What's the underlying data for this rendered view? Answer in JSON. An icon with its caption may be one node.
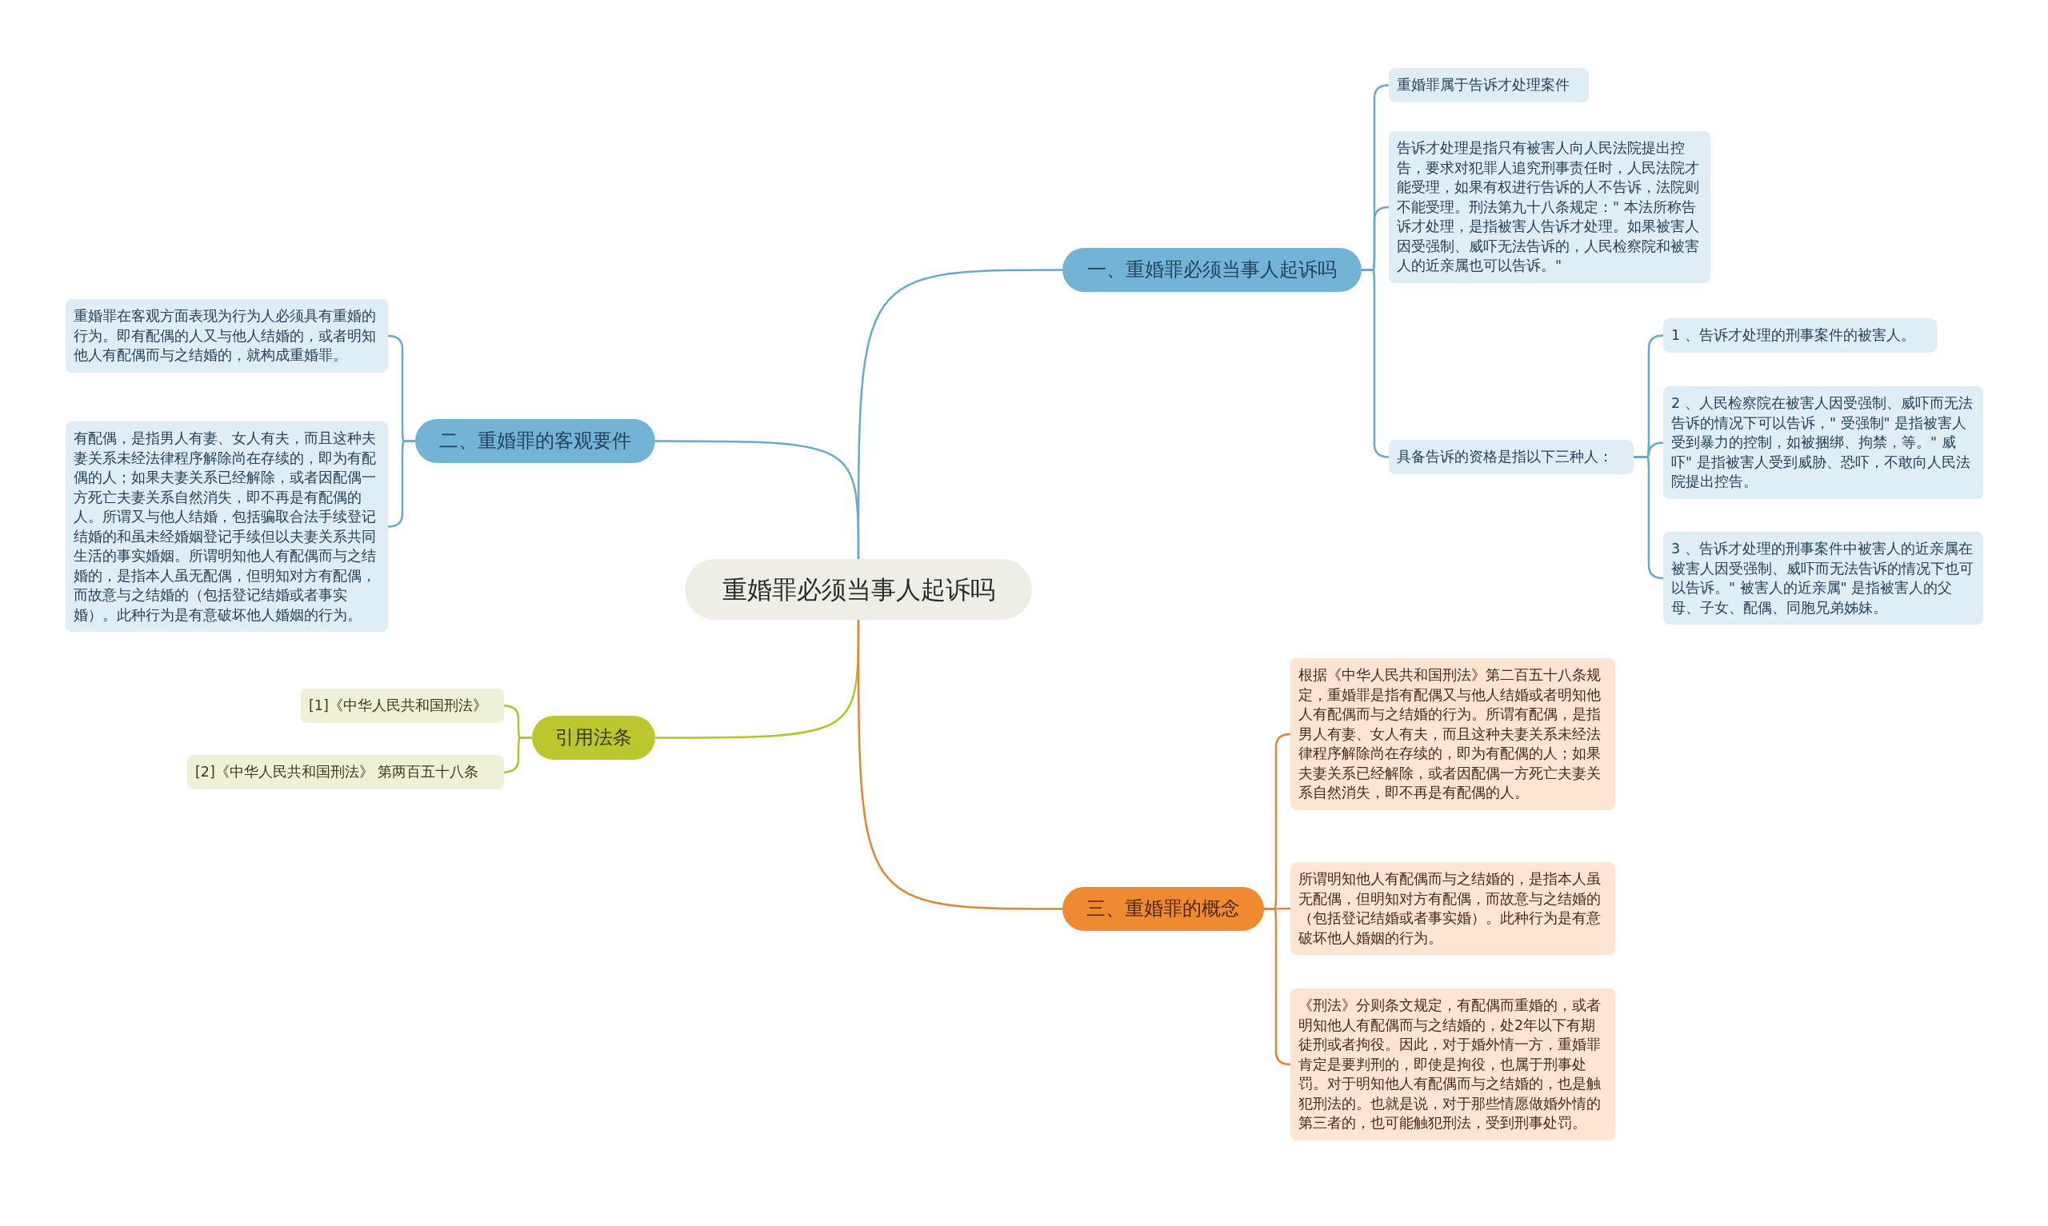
{
  "diagram": {
    "nodes": [
      {
        "text": [
          "重婚罪必须当事人起诉吗"
        ]
      },
      {
        "text": [
          "一、重婚罪必须当事人起诉吗"
        ]
      },
      {
        "text": [
          "重婚罪属于告诉才处理案件"
        ]
      },
      {
        "text": [
          "告诉才处理是指只有被害人向人民法院提出控告，要求对犯罪人追究刑事责任时，人民法院才能受理，如果有权进行告诉的人不告诉，法院则不能受理。刑法第九十八条规定：\" 本法所称告诉才处理，是指被害人告诉才处理。如果被害人因受强制、威吓无法告诉的，人民检察院和被害人的近亲属也可以告诉。\""
        ]
      },
      {
        "text": [
          "具备告诉的资格是指以下三种人："
        ]
      },
      {
        "text": [
          "1 、告诉才处理的刑事案件的被害人。"
        ]
      },
      {
        "text": [
          "2 、人民检察院在被害人因受强制、威吓而无法告诉的情况下可以告诉，\" 受强制\" 是指被害人受到暴力的控制，如被捆绑、拘禁，等。\" 威吓\" 是指被害人受到威胁、恐吓，不敢向人民法院提出控告。"
        ]
      },
      {
        "text": [
          "3 、告诉才处理的刑事案件中被害人的近亲属在被害人因受强制、威吓而无法告诉的情况下也可以告诉。\" 被害人的近亲属\" 是指被害人的父母、子女、配偶、同胞兄弟姊妹。"
        ]
      },
      {
        "text": [
          "二、重婚罪的客观要件"
        ]
      },
      {
        "text": [
          "重婚罪在客观方面表现为行为人必须具有重婚的行为。即有配偶的人又与他人结婚的，或者明知他人有配偶而与之结婚的，就构成重婚罪。"
        ]
      },
      {
        "text": [
          "有配偶，是指男人有妻、女人有夫，而且这种夫妻关系未经法律程序解除尚在存续的，即为有配偶的人；如果夫妻关系已经解除，或者因配偶一方死亡夫妻关系自然消失，即不再是有配偶的人。所谓又与他人结婚，包括骗取合法手续登记结婚的和虽未经婚姻登记手续但以夫妻关系共同生活的事实婚姻。所谓明知他人有配偶而与之结婚的，是指本人虽无配偶，但明知对方有配偶，而故意与之结婚的（包括登记结婚或者事实婚）。此种行为是有意破坏他人婚姻的行为。"
        ]
      },
      {
        "text": [
          "引用法条"
        ]
      },
      {
        "text": [
          "[1]《中华人民共和国刑法》"
        ]
      },
      {
        "text": [
          "[2]《中华人民共和国刑法》 第两百五十八条"
        ]
      },
      {
        "text": [
          "三、重婚罪的概念"
        ]
      },
      {
        "text": [
          "根据《中华人民共和国刑法》第二百五十八条规定，重婚罪是指有配偶又与他人结婚或者明知他人有配偶而与之结婚的行为。所谓有配偶，是指男人有妻、女人有夫，而且这种夫妻关系未经法律程序解除尚在存续的，即为有配偶的人；如果夫妻关系已经解除，或者因配偶一方死亡夫妻关系自然消失，即不再是有配偶的人。"
        ]
      },
      {
        "text": [
          "所谓明知他人有配偶而与之结婚的，是指本人虽无配偶，但明知对方有配偶，而故意与之结婚的（包括登记结婚或者事实婚）。此种行为是有意破坏他人婚姻的行为。"
        ]
      },
      {
        "text": [
          "《刑法》分则条文规定，有配偶而重婚的，或者明知他人有配偶而与之结婚的，处2年以下有期徒刑或者拘役。因此，对于婚外情一方，重婚罪肯定是要判刑的，即使是拘役，也属于刑事处罚。对于明知他人有配偶而与之结婚的，也是触犯刑法的。也就是说，对于那些情愿做婚外情的第三者的，也可能触犯刑法，受到刑事处罚。"
        ]
      }
    ],
    "edges": [
      {
        "from": 0,
        "to": 1,
        "arrow": "none"
      },
      {
        "from": 1,
        "to": 2,
        "arrow": "none"
      },
      {
        "from": 1,
        "to": 3,
        "arrow": "none"
      },
      {
        "from": 1,
        "to": 4,
        "arrow": "none"
      },
      {
        "from": 4,
        "to": 5,
        "arrow": "none"
      },
      {
        "from": 4,
        "to": 6,
        "arrow": "none"
      },
      {
        "from": 4,
        "to": 7,
        "arrow": "none"
      },
      {
        "from": 0,
        "to": 8,
        "arrow": "none"
      },
      {
        "from": 8,
        "to": 9,
        "arrow": "none"
      },
      {
        "from": 8,
        "to": 10,
        "arrow": "none"
      },
      {
        "from": 0,
        "to": 11,
        "arrow": "none",
        "color": "#b5c22a"
      },
      {
        "from": 11,
        "to": 12,
        "arrow": "none",
        "color": "#b5c22a"
      },
      {
        "from": 11,
        "to": 13,
        "arrow": "none",
        "color": "#b5c22a"
      },
      {
        "from": 0,
        "to": 14,
        "arrow": "none",
        "color": "#e8822e"
      },
      {
        "from": 14,
        "to": 15,
        "arrow": "none",
        "color": "#e8822e"
      },
      {
        "from": 14,
        "to": 16,
        "arrow": "none",
        "color": "#e8822e"
      },
      {
        "from": 14,
        "to": 17,
        "arrow": "none",
        "color": "#e8822e"
      }
    ]
  }
}
